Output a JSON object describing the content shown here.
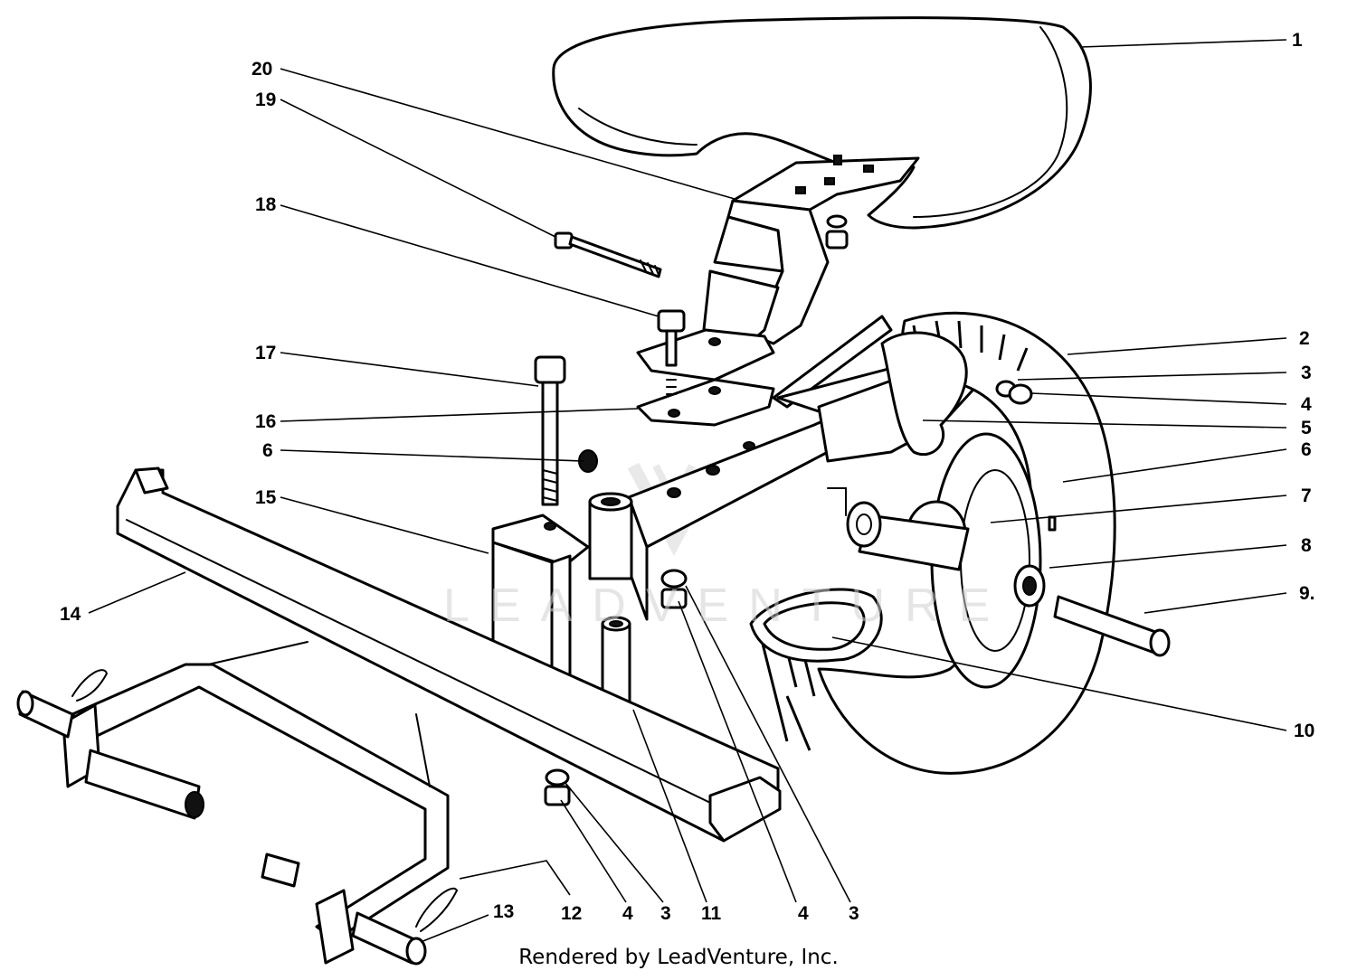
{
  "callouts": [
    {
      "id": "c1",
      "label": "1",
      "part": "seat"
    },
    {
      "id": "c2",
      "label": "2",
      "part": "tire"
    },
    {
      "id": "c3a",
      "label": "3",
      "part": "washer"
    },
    {
      "id": "c4a",
      "label": "4",
      "part": "nut"
    },
    {
      "id": "c5",
      "label": "5",
      "part": "wheel-fork"
    },
    {
      "id": "c6a",
      "label": "6",
      "part": "grease-fitting"
    },
    {
      "id": "c6b",
      "label": "6",
      "part": "grease-fitting"
    },
    {
      "id": "c7",
      "label": "7",
      "part": "wheel-hub"
    },
    {
      "id": "c8",
      "label": "8",
      "part": "bearing"
    },
    {
      "id": "c9",
      "label": "9.",
      "part": "axle"
    },
    {
      "id": "c10",
      "label": "10",
      "part": "inner-tube"
    },
    {
      "id": "c11",
      "label": "11",
      "part": "spacer-tube"
    },
    {
      "id": "c4b",
      "label": "4",
      "part": "nut"
    },
    {
      "id": "c3b",
      "label": "3",
      "part": "washer"
    },
    {
      "id": "c4c",
      "label": "4",
      "part": "nut"
    },
    {
      "id": "c3c",
      "label": "3",
      "part": "washer"
    },
    {
      "id": "c12",
      "label": "12",
      "part": "hitch-pin-clip"
    },
    {
      "id": "c13",
      "label": "13",
      "part": "hitch-pin"
    },
    {
      "id": "c14",
      "label": "14",
      "part": "cross-bar"
    },
    {
      "id": "c15",
      "label": "15",
      "part": "pivot-bracket"
    },
    {
      "id": "c16",
      "label": "16",
      "part": "seat-mount-plate"
    },
    {
      "id": "c17",
      "label": "17",
      "part": "pivot-bolt"
    },
    {
      "id": "c18",
      "label": "18",
      "part": "bolt"
    },
    {
      "id": "c19",
      "label": "19",
      "part": "bolt"
    },
    {
      "id": "c20",
      "label": "20",
      "part": "seat-bracket"
    }
  ],
  "watermark": {
    "text": "LEADVENTURE"
  },
  "footer": {
    "text": "Rendered by LeadVenture, Inc."
  }
}
